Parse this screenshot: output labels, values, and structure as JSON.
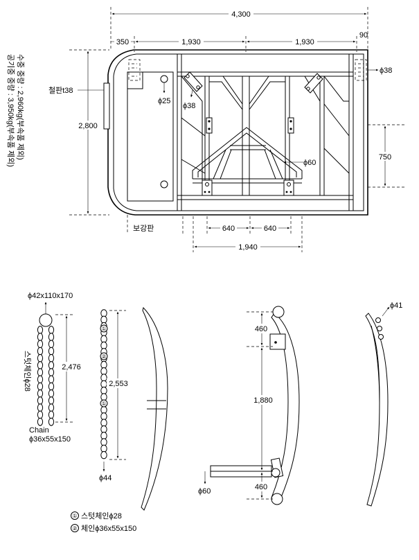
{
  "top_view": {
    "overall_width": "4,300",
    "seg_left": "350",
    "seg_mid1": "1,930",
    "seg_mid2": "1,930",
    "seg_right": "90",
    "height": "2,800",
    "right_height": "750",
    "bottom_seg1": "640",
    "bottom_seg2": "640",
    "bottom_total": "1,940",
    "label_plate": "철판t38",
    "label_reinforce": "보강판",
    "hole_25": "ϕ25",
    "hole_38_left": "ϕ38",
    "hole_38_right": "ϕ38",
    "hole_60": "ϕ60",
    "weight_line1": "공기중 중량 : 3,950kg(부속품 제외)",
    "weight_line2": "수중 중량 : 2,960kg(부속품 제외)"
  },
  "chain_view": {
    "top_label": "ϕ42x110x170",
    "stud_chain_vertical": "스텃체인ϕ28",
    "length_a": "2,476",
    "chain_label_1": "Chain",
    "chain_label_2": "ϕ36x55x150",
    "length_b": "2,553",
    "bottom_label": "ϕ44",
    "marker_1": "①",
    "marker_2": "②"
  },
  "side_view": {
    "dim_top": "460",
    "dim_mid": "1,880",
    "dim_bottom": "460",
    "hole_60": "ϕ60",
    "hole_41": "ϕ41"
  },
  "legend": {
    "item1_marker": "①",
    "item1_text": "스텃체인ϕ28",
    "item2_marker": "②",
    "item2_text": "체인ϕ36x55x150"
  }
}
